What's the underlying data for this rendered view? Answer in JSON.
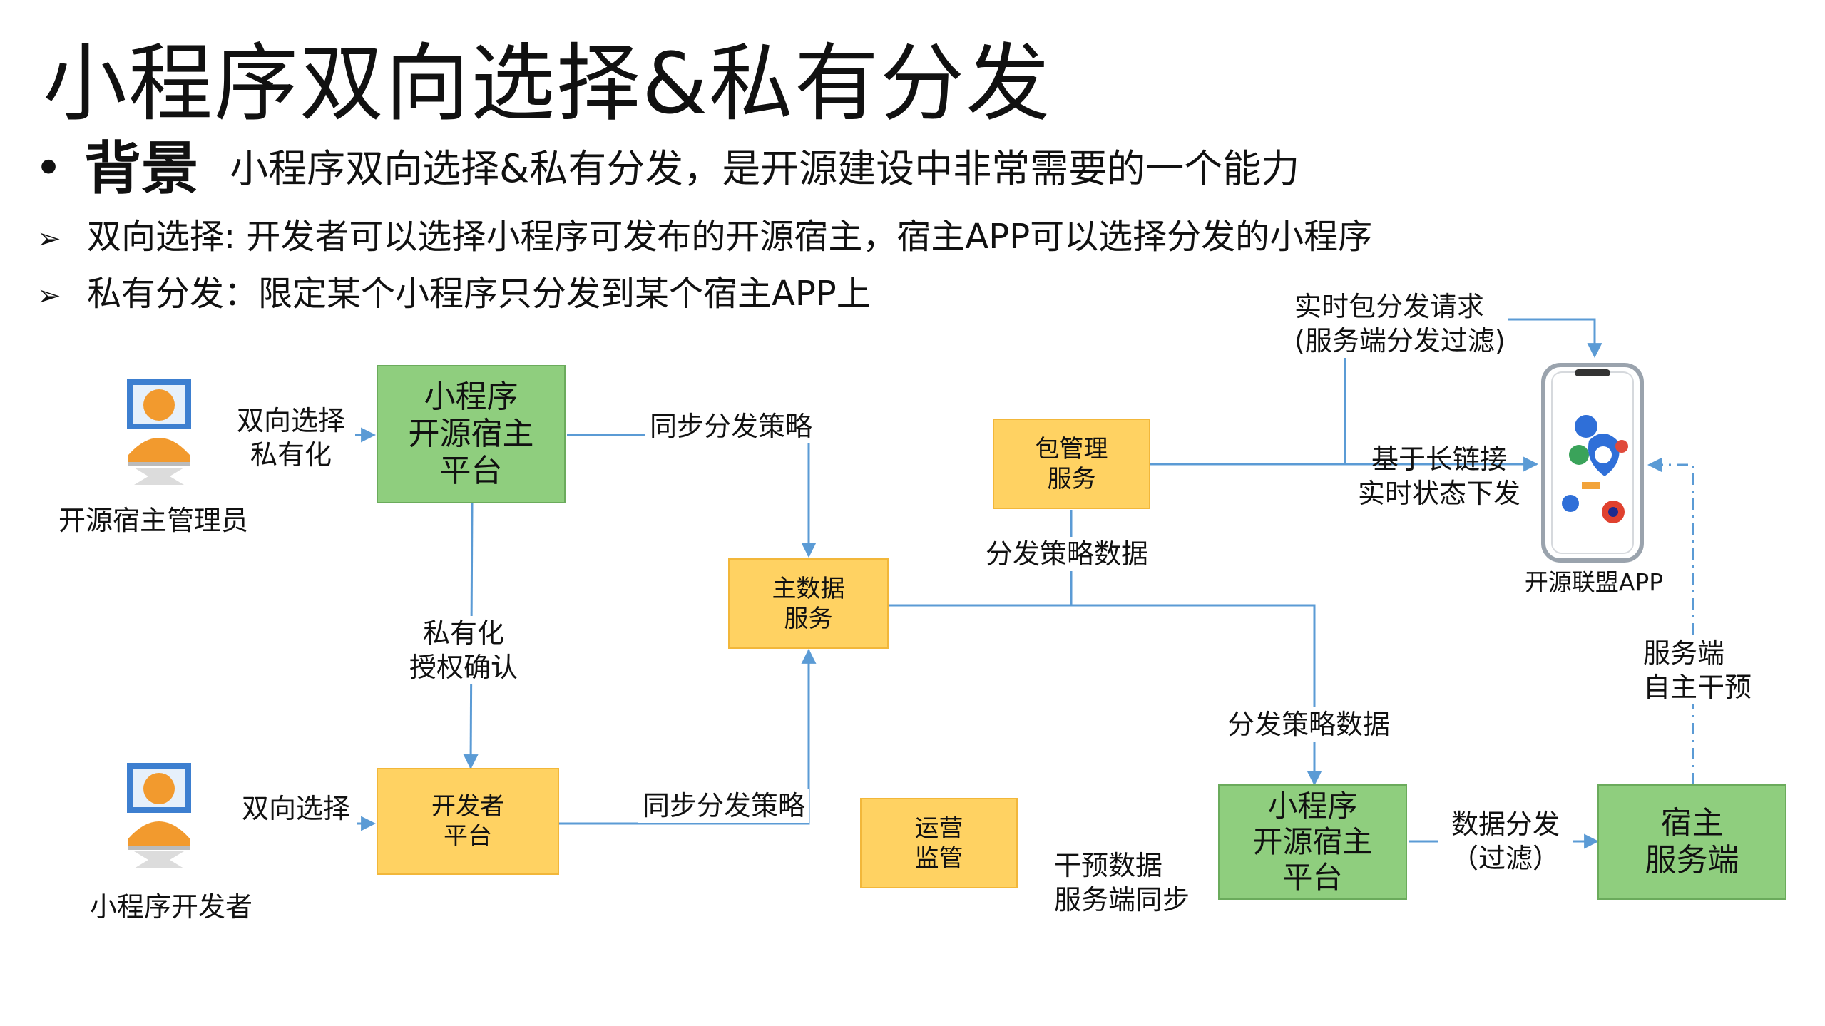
{
  "title": "小程序双向选择&私有分发",
  "background": {
    "bullet": "•",
    "heading": "背景",
    "text": "小程序双向选择&私有分发，是开源建设中非常需要的一个能力"
  },
  "points": [
    {
      "marker": "➢",
      "text": "双向选择: 开发者可以选择小程序可发布的开源宿主，宿主APP可以选择分发的小程序"
    },
    {
      "marker": "➢",
      "text": "私有分发：限定某个小程序只分发到某个宿主APP上"
    }
  ],
  "colors": {
    "green": "#8fce7e",
    "yellow": "#ffd262",
    "line": "#5b9bd5"
  },
  "actors": {
    "admin": {
      "icon": "user-avatar-icon",
      "label": "开源宿主管理员"
    },
    "developer": {
      "icon": "user-avatar-icon",
      "label": "小程序开发者"
    },
    "app": {
      "icon": "smartphone-icon",
      "label": "开源联盟APP"
    }
  },
  "nodes": {
    "host_platform_1": "小程序\n开源宿主\n平台",
    "developer_platform": "开发者\n平台",
    "master_data": "主数据\n服务",
    "package_mgmt": "包管理\n服务",
    "ops": "运营\n监管",
    "host_platform_2": "小程序\n开源宿主\n平台",
    "host_server": "宿主\n服务端"
  },
  "edge_labels": {
    "admin_to_host": "双向选择\n私有化",
    "dev_to_devplat": "双向选择",
    "host_to_master": "同步分发策略",
    "devplat_to_master": "同步分发策略",
    "host_to_devplat": "私有化\n授权确认",
    "master_to_pkg": "分发策略数据",
    "master_to_host2": "分发策略数据",
    "pkg_to_app": "基于长链接\n实时状态下发",
    "realtime_request": "实时包分发请求\n(服务端分发过滤)",
    "host2_to_server": "数据分发\n（过滤）",
    "server_to_app": "服务端\n自主干预",
    "intervention_sync": "干预数据\n服务端同步"
  }
}
